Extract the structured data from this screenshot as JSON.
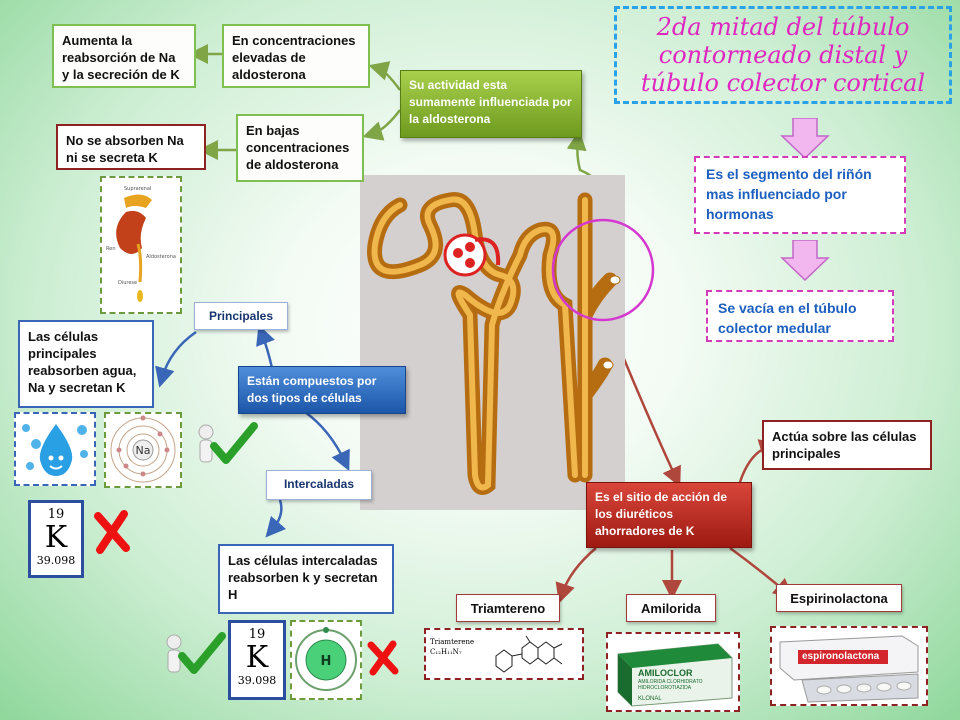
{
  "title": "2da mitad del túbulo contorneado distal y túbulo colector cortical",
  "pink_boxes": {
    "segment": "Es el segmento del riñón mas influenciado por hormonas",
    "empties": "Se vacía en el túbulo colector medular"
  },
  "aldosterone": {
    "activity": "Su actividad esta sumamente influenciada por la aldosterona",
    "high_conc": "En concentraciones elevadas de aldosterona",
    "high_effect": "Aumenta la reabsorción de Na y la secreción de K",
    "low_conc": "En bajas concentraciones de aldosterona",
    "low_effect": "No se absorben Na ni se secreta K"
  },
  "adrenal_image": {
    "label_top": "Suprarenal",
    "label_kidney": "Ren",
    "label_aldo": "Aldosterona",
    "label_diuresis": "Diurese"
  },
  "cells": {
    "composed": "Están compuestos por dos tipos de células",
    "principal_label": "Principales",
    "principal_desc": "Las células principales reabsorben agua, Na y secretan K",
    "intercalated_label": "Intercaladas",
    "intercalated_desc": "Las células intercaladas reabsorben k y secretan H",
    "na_symbol": "Na",
    "h_symbol": "H",
    "k_number": "19",
    "k_symbol": "K",
    "k_mass": "39.098"
  },
  "diuretics": {
    "site": "Es el sitio de acción de los diuréticos ahorradores de K",
    "acts": "Actúa sobre las células principales",
    "triamterene": "Triamtereno",
    "amiloride": "Amilorida",
    "spironolactone": "Espirinolactona",
    "struct_name": "Triamterene",
    "struct_formula": "C₁₂H₁₁N₇",
    "amilo_box_brand": "AMILOCLOR",
    "amilo_box_sub": "AMILORIDA CLORHIDRATO HIDROCLOROTIAZIDA",
    "amilo_box_maker": "KLONAL",
    "spiro_box_brand": "espironolactona"
  },
  "colors": {
    "title_pink": "#e026c0",
    "green_node": "#8cb832",
    "blue_node": "#2b6cc4",
    "red_node": "#b52b20",
    "pink_dashed": "#d43ab8"
  }
}
